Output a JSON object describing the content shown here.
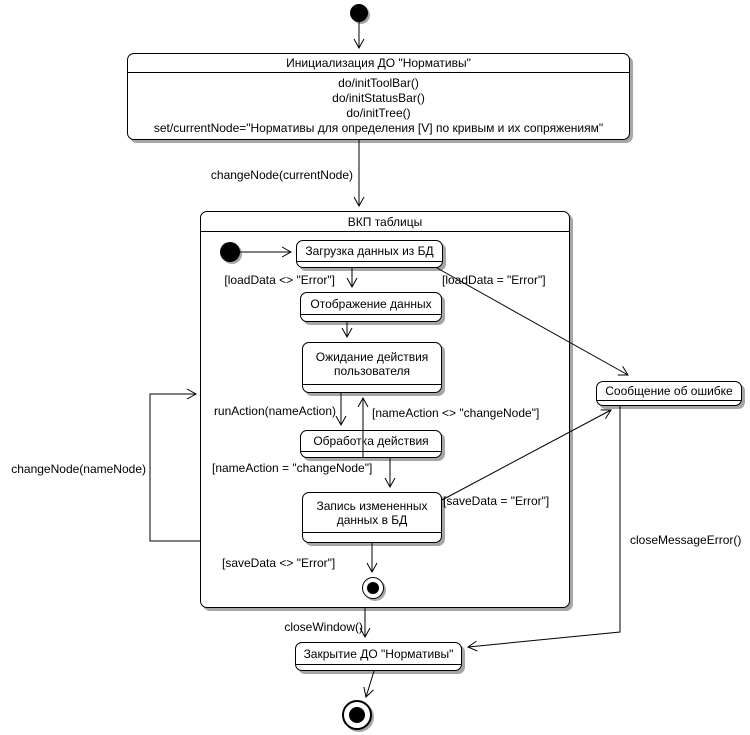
{
  "diagram": {
    "init_state": {
      "title": "Инициализация ДО \"Нормативы\"",
      "actions": [
        "do/initToolBar()",
        "do/initStatusBar()",
        "do/initTree()",
        "set/currentNode=\"Нормативы для определения [V] по кривым и их сопряжениям\""
      ]
    },
    "composite_state": {
      "title": "ВКП таблицы"
    },
    "states": {
      "load": "Загрузка данных из БД",
      "display": "Отображение данных",
      "wait": "Ожидание действия пользователя",
      "process": "Обработка действия",
      "save": "Запись измененных данных в БД",
      "error": "Сообщение об ошибке",
      "close": "Закрытие ДО \"Нормативы\""
    },
    "transitions": {
      "change_node_current": "changeNode(currentNode)",
      "load_ok": "[loadData <> \"Error\"]",
      "load_error": "[loadData = \"Error\"]",
      "run_action": "runAction(nameAction)",
      "name_action_ne": "[nameAction <> \"changeNode\"]",
      "name_action_eq": "[nameAction = \"changeNode\"]",
      "save_error": "[saveData = \"Error\"]",
      "save_ok": "[saveData <> \"Error\"]",
      "change_node_name": "changeNode(nameNode)",
      "close_window": "closeWindow()",
      "close_message_error": "closeMessageError()"
    },
    "colors": {
      "line": "#000000",
      "shadow": "#a6a6a6",
      "fill": "#ffffff"
    }
  }
}
